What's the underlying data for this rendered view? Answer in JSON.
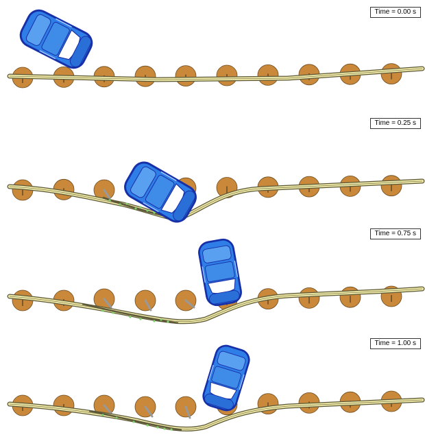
{
  "frames": [
    {
      "time_label": "Time = 0.00 s"
    },
    {
      "time_label": "Time = 0.25 s"
    },
    {
      "time_label": "Time = 0.75 s"
    },
    {
      "time_label": "Time = 1.00 s"
    }
  ],
  "colors": {
    "post": "#c9883a",
    "post_stroke": "#6b4a1f",
    "rail": "#ece6a4",
    "rail_stroke": "#5c5838",
    "car_body": "#2f7de6",
    "car_dark": "#1730a8",
    "glass": "#ffffff",
    "debris": "#7fd36a"
  }
}
